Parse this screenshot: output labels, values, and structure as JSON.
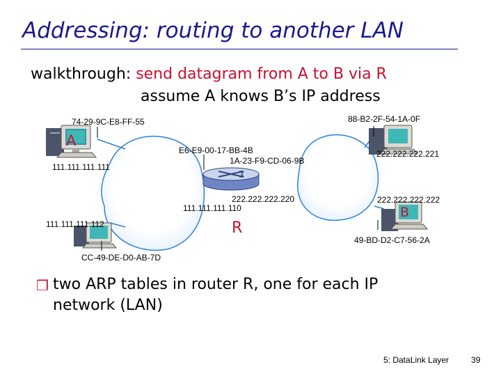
{
  "title": "Addressing: routing to another LAN",
  "walkthrough": {
    "label": "walkthrough:",
    "action": "send datagram from A to B via R",
    "assumption": "assume  A knows B’s IP address"
  },
  "hosts": {
    "a": {
      "name": "A",
      "mac": "74-29-9C-E8-FF-55",
      "ip": "111.111.111.111"
    },
    "c": {
      "mac": "CC-49-DE-D0-AB-7D",
      "ip": "111.111.111.112"
    },
    "b": {
      "name": "B",
      "mac": "49-BD-D2-C7-56-2A",
      "ip": "222.222.222.222"
    },
    "d": {
      "mac": "88-B2-2F-54-1A-0F",
      "ip": "222.222.222.221"
    }
  },
  "router": {
    "name": "R",
    "mac_left": "E6-E9-00-17-BB-4B",
    "mac_right": "1A-23-F9-CD-06-9B",
    "ip_left": "111.111.111.110",
    "ip_right": "222.222.222.220"
  },
  "bullet": "two ARP tables in  router R, one for each IP network (LAN)",
  "footer": "5: DataLink Layer",
  "page_number": "39",
  "colors": {
    "title": "#1a1a8c",
    "accent": "#c8102e",
    "cloud": "#2f7fd6",
    "router": "#6f86c4"
  }
}
